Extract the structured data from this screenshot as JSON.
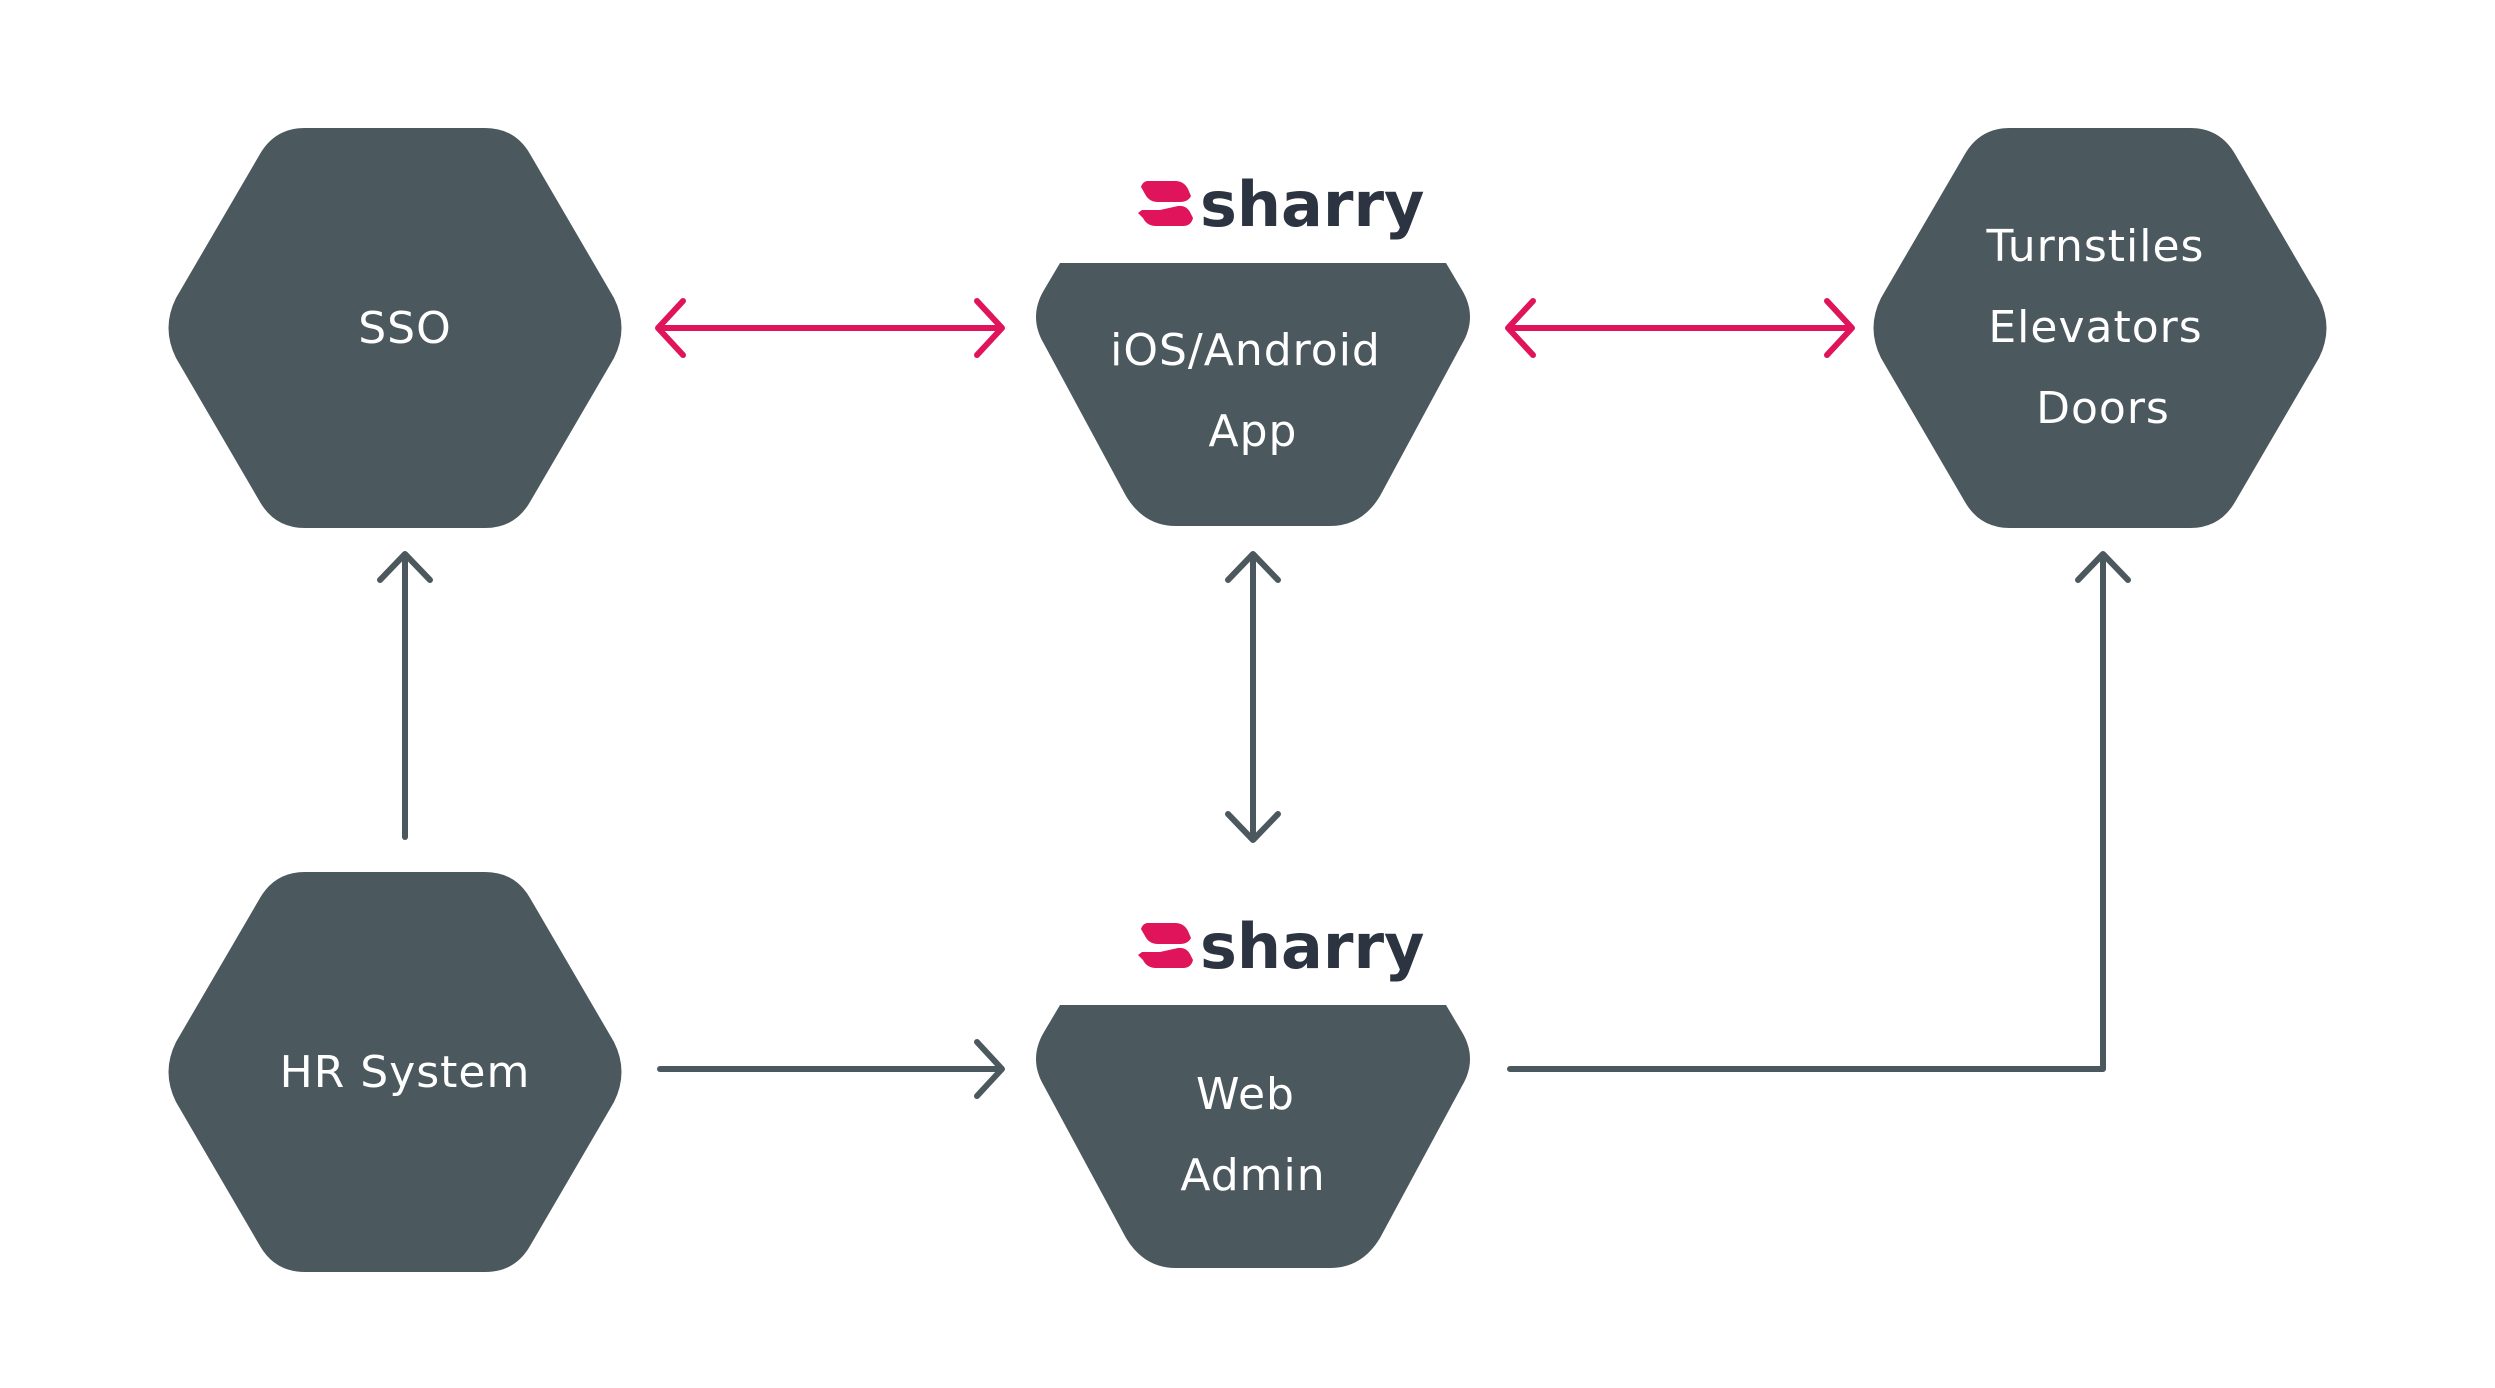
{
  "nodes": {
    "sso": {
      "lines": [
        "SSO"
      ]
    },
    "app": {
      "lines": [
        "iOS/Android",
        "App"
      ]
    },
    "hardware": {
      "lines": [
        "Turnstiles",
        "Elevators",
        "Doors"
      ]
    },
    "hr": {
      "lines": [
        "HR System"
      ]
    },
    "web": {
      "lines": [
        "Web",
        "Admin"
      ]
    }
  },
  "logos": {
    "app": {
      "text": "sharry"
    },
    "web": {
      "text": "sharry"
    }
  },
  "connections": [
    {
      "from": "sso",
      "to": "app",
      "direction": "both",
      "color": "#e0145a"
    },
    {
      "from": "app",
      "to": "hardware",
      "direction": "both",
      "color": "#e0145a"
    },
    {
      "from": "hr",
      "to": "sso",
      "direction": "forward",
      "color": "#4b585e"
    },
    {
      "from": "app",
      "to": "web",
      "direction": "both",
      "color": "#4b585e"
    },
    {
      "from": "hr",
      "to": "web",
      "direction": "forward",
      "color": "#4b585e"
    },
    {
      "from": "web",
      "to": "hardware",
      "direction": "forward",
      "color": "#4b585e"
    }
  ],
  "colors": {
    "node_fill": "#4b585e",
    "node_text": "#ffffff",
    "accent": "#e0145a",
    "logo_text": "#2b3440"
  }
}
